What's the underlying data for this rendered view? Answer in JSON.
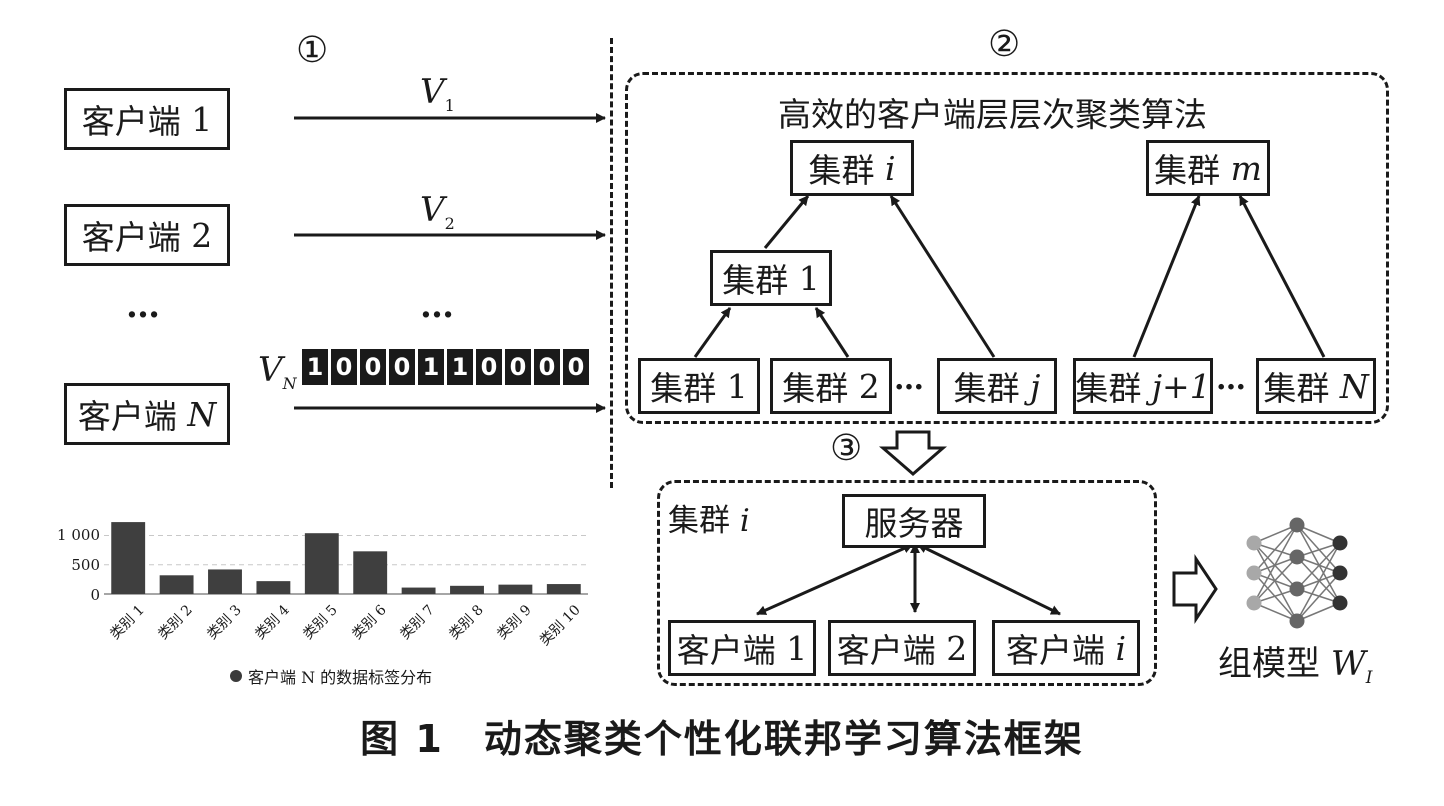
{
  "steps": {
    "one": "①",
    "two": "②",
    "three": "③"
  },
  "clients": [
    {
      "name": "客户端",
      "idx": "1"
    },
    {
      "name": "客户端",
      "idx": "2"
    },
    {
      "name": "客户端",
      "idx": "N"
    }
  ],
  "ellipsis": "…",
  "vectors": [
    {
      "sym": "V",
      "sub": "1"
    },
    {
      "sym": "V",
      "sub": "2"
    },
    {
      "sym": "V",
      "sub": "N"
    }
  ],
  "bitvector": [
    "1",
    "0",
    "0",
    "0",
    "1",
    "1",
    "0",
    "0",
    "0",
    "0"
  ],
  "hier": {
    "title": "高效的客户端层层次聚类算法",
    "cluster_word": "集群",
    "top_i": "i",
    "top_m": "m",
    "mid_1": "1",
    "bottom": [
      "1",
      "2",
      "j",
      "j+1",
      "N"
    ]
  },
  "group": {
    "label_word": "集群",
    "label_idx": "i",
    "server": "服务器",
    "clients": [
      {
        "name": "客户端",
        "idx": "1"
      },
      {
        "name": "客户端",
        "idx": "2"
      },
      {
        "name": "客户端",
        "idx": "i"
      }
    ]
  },
  "model": {
    "label": "组模型",
    "sym": "W",
    "sub": "I"
  },
  "chart_data": {
    "type": "bar",
    "categories": [
      "类别 1",
      "类别 2",
      "类别 3",
      "类别 4",
      "类别 5",
      "类别 6",
      "类别 7",
      "类别 8",
      "类别 9",
      "类别 10"
    ],
    "values": [
      1230,
      320,
      420,
      220,
      1040,
      730,
      110,
      140,
      160,
      170
    ],
    "yticks": [
      "1 000",
      "500",
      "0"
    ],
    "ylim": [
      0,
      1300
    ],
    "legend": "客户端 N 的数据标签分布",
    "colors": {
      "bar": "#3f3f3f",
      "grid": "#c8c8c8"
    }
  },
  "caption": "图 1　动态聚类个性化联邦学习算法框架"
}
